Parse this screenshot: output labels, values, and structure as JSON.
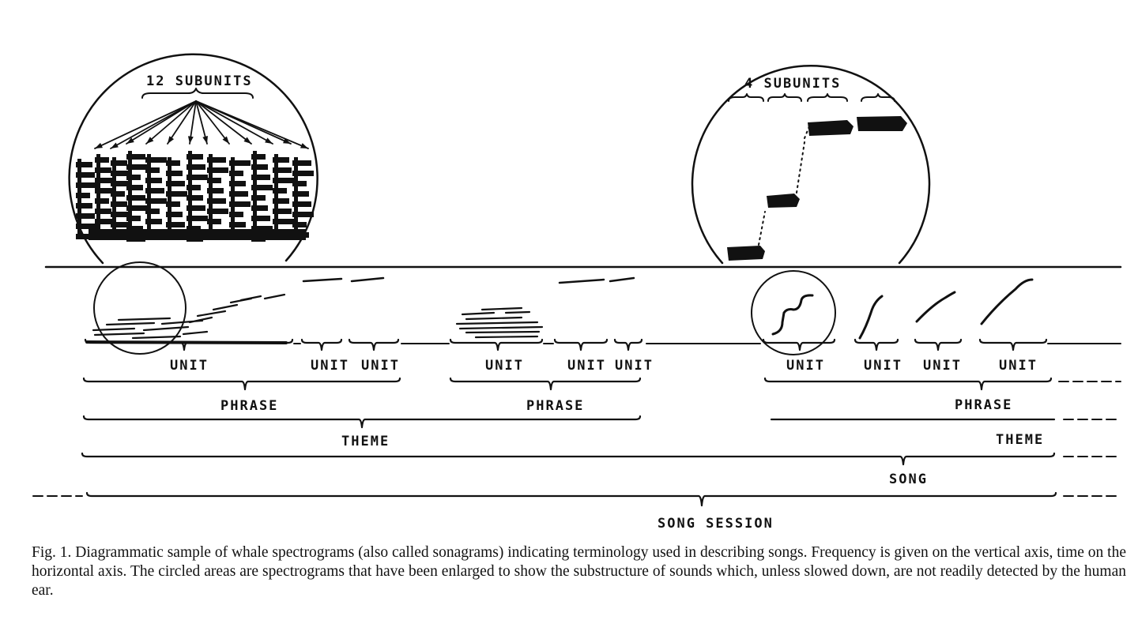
{
  "labels": {
    "subunits_12": "12 SUBUNITS",
    "subunits_4": "4 SUBUNITS",
    "unit": "UNIT",
    "phrase": "PHRASE",
    "theme": "THEME",
    "song": "SONG",
    "song_session": "SONG SESSION"
  },
  "caption": "Fig. 1. Diagrammatic sample of whale spectrograms (also called sonagrams) indicating terminology used in describing songs. Frequency is given on the vertical axis, time on the horizontal axis. The circled areas are spectrograms that have been enlarged to show the substructure of sounds which, unless slowed down, are not readily detected by the human ear."
}
